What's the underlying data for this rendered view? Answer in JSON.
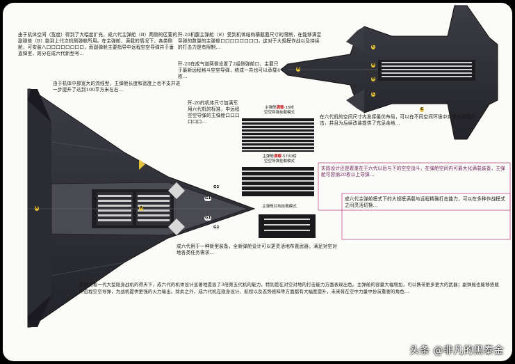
{
  "watermark": "头条 @非凡的黑泰金",
  "diagram_labels": {
    "mode1_title_a": "主弹舱",
    "mode1_title_hl": "满载",
    "mode1_title_b": "-15枚",
    "mode1_sub": "空空导弹挂载模式",
    "mode2_title_a": "主弹舱",
    "mode2_title_hl": "满载",
    "mode2_title_b": "-5700磅",
    "mode2_sub": "空空导弹挂载模式",
    "mode3_title": "主弹舱对地挂载模式",
    "callouts": [
      "G2",
      "G1",
      "G1",
      "G2",
      "A",
      "A",
      "C",
      "B",
      "C",
      "B",
      "A",
      "C"
    ]
  },
  "paragraphs": {
    "top_left": "由于机体空间（宽度）得到了大幅度扩充，成六代主弹舱（B）两侧的区要的副弹舱（B）能到上代次机侧弹舱所用。在主弹舱，满载的情况下，各类侧舱，可安装八口口口口口口口口，而副弹舱主要指导中远程空空导弹并于垂直弹室，则分在成六代新型号...",
    "top_right": "歼-20机腹主弹舱（E）受到机体结构横截面尺寸的限制，在能够满足导弹的数量的主弹舱口口口口口口口口，这对于大规模作战以及持续的打击力是有限制...",
    "top_right2": "歼-20在成气道两侧设置了2组侧弹舱口，主要只于最新远程格斗空空导弹，统成一共也可以承载4枚...",
    "mid_left": "由于机体中部宽大的流线型，主弹舱长度和宽度上也不支并进一步提升了达到100平方米左右...",
    "mid_right": "歼-20的机体尺寸加满军用六代机的标准，中远程空空导弹的主弹舱口口口口口口...",
    "mid_right2": "在六代机的空间尺寸内发挥最优布局，可以在不同空间环境中实现大规模打击，并且为后续改装提供了充足余地...",
    "right_pink": "实践设计还是着重在于六代以后与下的空空战斗，在弹舱空间内可最大化满载装备，主弹舱可容纳20枚以上导弹...",
    "right_pink2": "成六代主弹舱模式下的大规模满载与远程精确打击能力，可以在多种作战模式之间灵活切换...",
    "mid_center": "成六代用于一种新型装备，全新弹舱设计可以更灵活地布置武器，满足对空对地各类任务需求...",
    "bottom": "在目前看一代大型隐身战机的得天下，成六代的机体设计显著地提高了3倍第五代机的能力，特别是在对空对地的打击能力方面表现出色。主弹舱的容量大幅增加，可以携带更多更大的武器；副弹舱也能够搭载中远程空空导弹，为战机提供更强的火力输出。除此之外，成六代机在隐身设计、航程以及态势感知等方面都有大幅度提升，未来将在空中力量中扮演重要的角色..."
  }
}
